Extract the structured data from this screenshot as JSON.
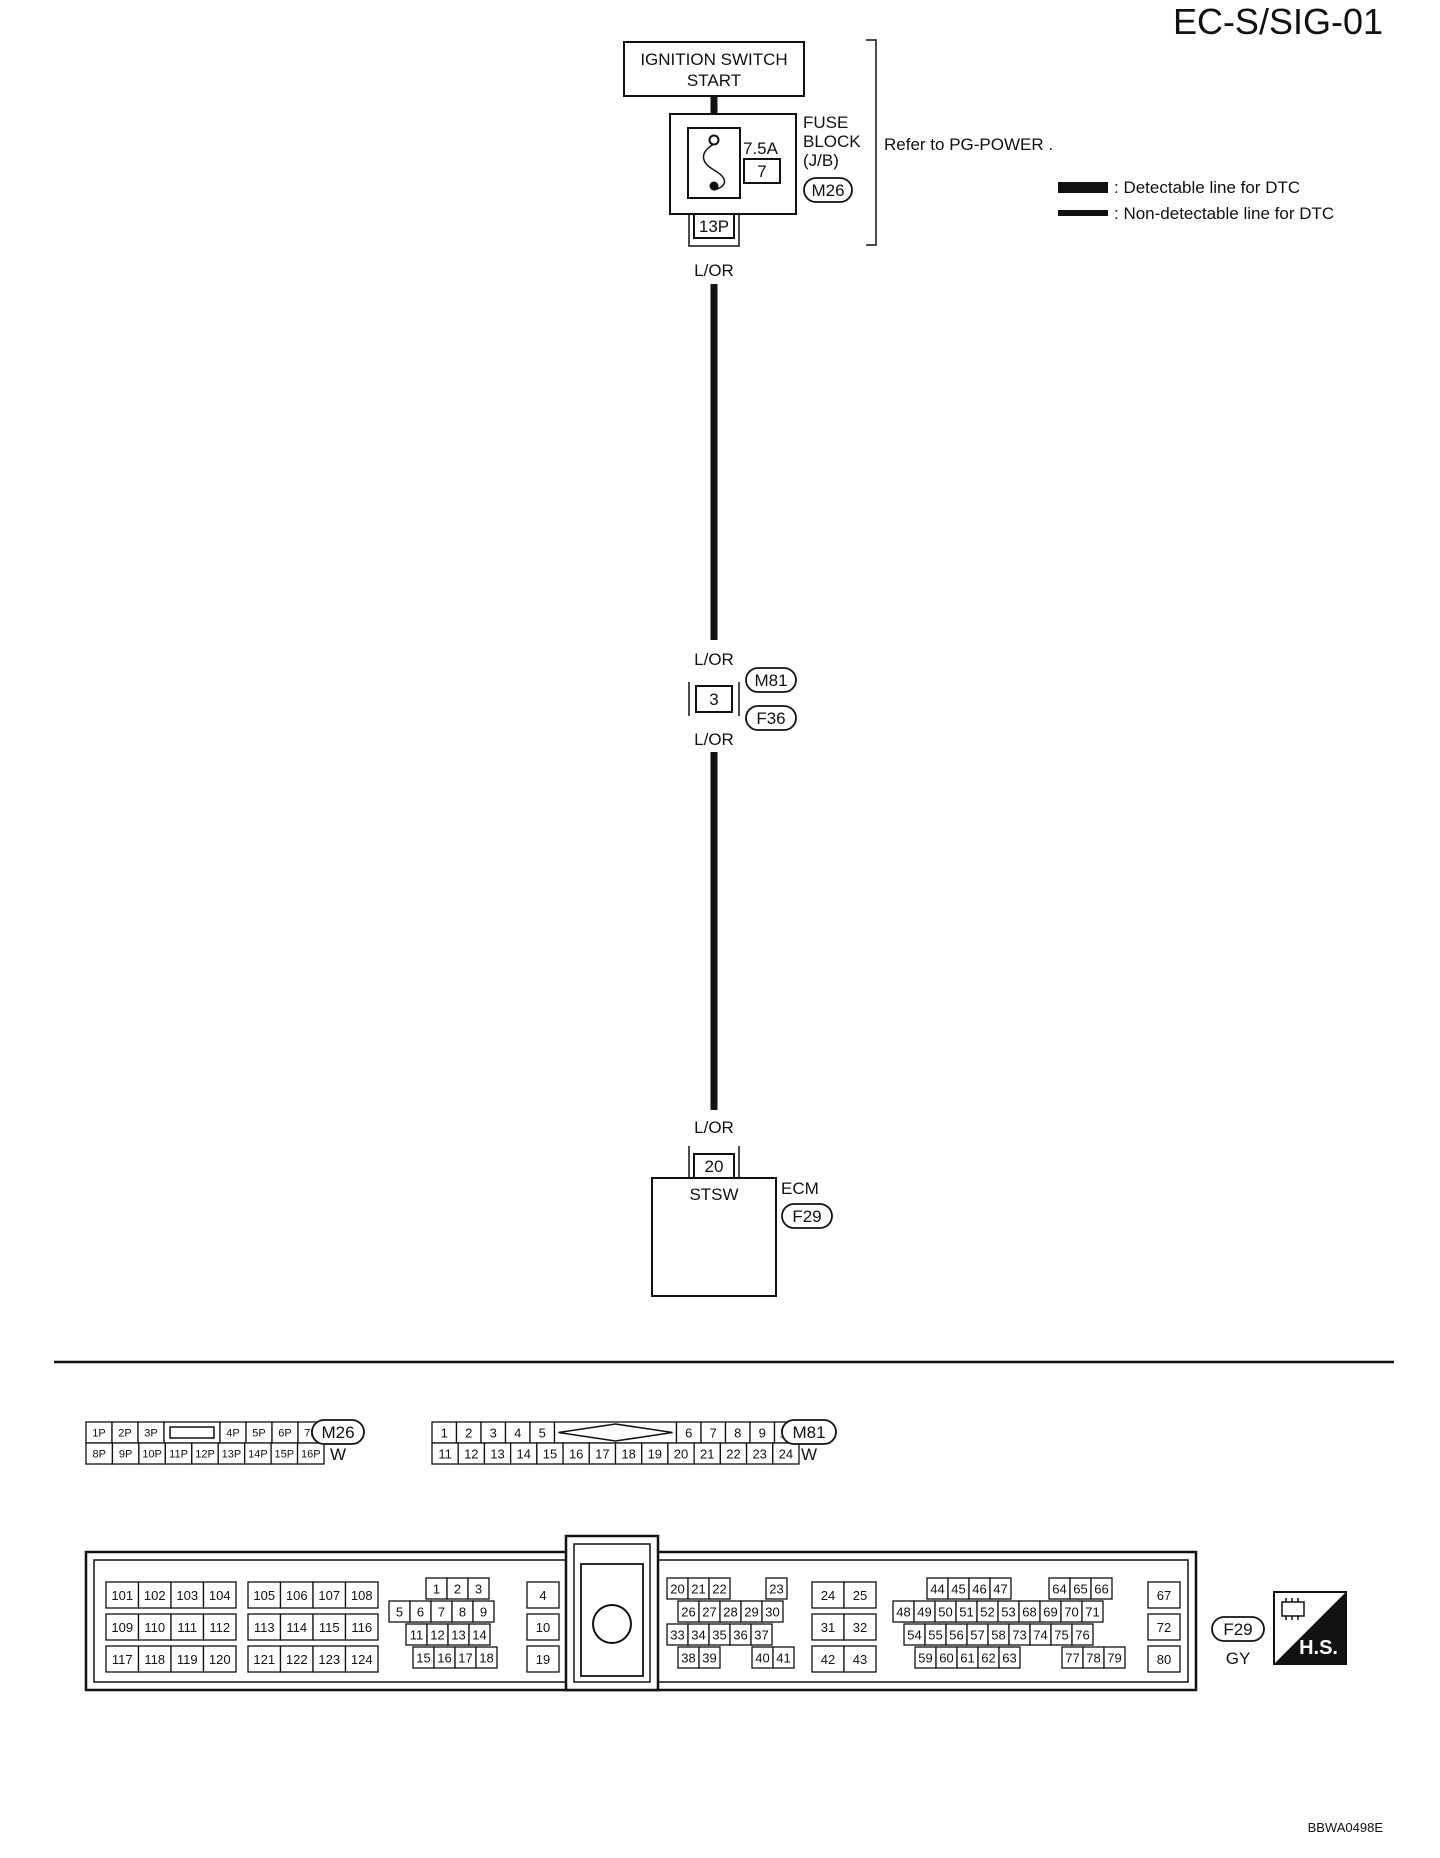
{
  "title": "EC-S/SIG-01",
  "figure_id": "BBWA0498E",
  "ignition_switch": {
    "line1": "IGNITION SWITCH",
    "line2": "START"
  },
  "fuse_block": {
    "line1": "FUSE",
    "line2": "BLOCK",
    "line3": "(J/B)",
    "rating": "7.5A",
    "fuse_number": "7",
    "connector": "M26",
    "terminal": "13P",
    "refer": "Refer to  PG-POWER ."
  },
  "legend": {
    "detectable": ": Detectable line for DTC",
    "non_detectable": ": Non-detectable line for DTC"
  },
  "wire_color": "L/OR",
  "joint_connector": {
    "terminal": "3",
    "upper": "M81",
    "lower": "F36"
  },
  "ecm": {
    "name": "ECM",
    "terminal": "20",
    "signal": "STSW",
    "connector": "F29"
  },
  "connectors": {
    "m26": {
      "id": "M26",
      "color": "W",
      "row1": [
        "1P",
        "2P",
        "3P",
        "",
        "4P",
        "5P",
        "6P",
        "7P"
      ],
      "row2": [
        "8P",
        "9P",
        "10P",
        "11P",
        "12P",
        "13P",
        "14P",
        "15P",
        "16P"
      ]
    },
    "m81": {
      "id": "M81",
      "color": "W",
      "row1_left": [
        "1",
        "2",
        "3",
        "4",
        "5"
      ],
      "row1_right": [
        "6",
        "7",
        "8",
        "9",
        "10"
      ],
      "row2": [
        "11",
        "12",
        "13",
        "14",
        "15",
        "16",
        "17",
        "18",
        "19",
        "20",
        "21",
        "22",
        "23",
        "24"
      ]
    },
    "f29": {
      "id": "F29",
      "color": "GY",
      "badge": "H.S.",
      "g1": [
        [
          "101",
          "102",
          "103",
          "104"
        ],
        [
          "109",
          "110",
          "111",
          "112"
        ],
        [
          "117",
          "118",
          "119",
          "120"
        ]
      ],
      "g2": [
        [
          "105",
          "106",
          "107",
          "108"
        ],
        [
          "113",
          "114",
          "115",
          "116"
        ],
        [
          "121",
          "122",
          "123",
          "124"
        ]
      ],
      "g3": [
        [
          "1",
          "2",
          "3"
        ],
        [
          "5",
          "6",
          "7",
          "8",
          "9"
        ],
        [
          "11",
          "12",
          "13",
          "14"
        ],
        [
          "15",
          "16",
          "17",
          "18"
        ]
      ],
      "g4": [
        "4",
        "10",
        "19"
      ],
      "g5": [
        [
          "20",
          "21",
          "22",
          "23"
        ],
        [
          "26",
          "27",
          "28",
          "29",
          "30"
        ],
        [
          "33",
          "34",
          "35",
          "36",
          "37"
        ],
        [
          "38",
          "39",
          "40",
          "41"
        ]
      ],
      "g6": [
        [
          "24",
          "25"
        ],
        [
          "31",
          "32"
        ],
        [
          "42",
          "43"
        ]
      ],
      "g7": [
        [
          "44",
          "45",
          "46",
          "47",
          "64",
          "65",
          "66"
        ],
        [
          "48",
          "49",
          "50",
          "51",
          "52",
          "53",
          "68",
          "69",
          "70",
          "71"
        ],
        [
          "54",
          "55",
          "56",
          "57",
          "58",
          "73",
          "74",
          "75",
          "76"
        ],
        [
          "59",
          "60",
          "61",
          "62",
          "63",
          "77",
          "78",
          "79"
        ]
      ],
      "g8": [
        "67",
        "72",
        "80"
      ]
    }
  }
}
